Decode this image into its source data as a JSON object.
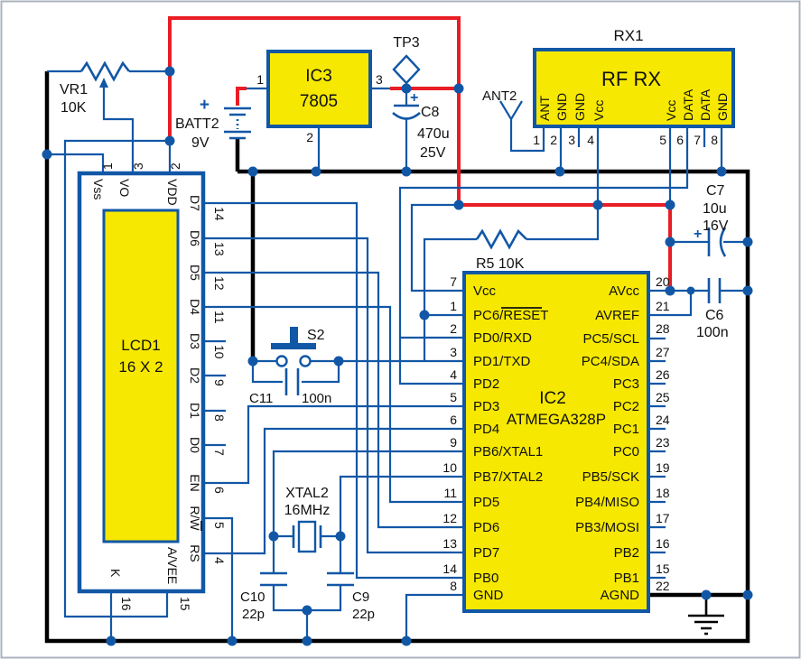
{
  "colors": {
    "wire_blue": "#1157a6",
    "power_red": "#e91d25",
    "ground_black": "#000000",
    "component_fill": "#f6e800",
    "background": "#ffffff"
  },
  "components": {
    "vr1": {
      "ref": "VR1",
      "value": "10K"
    },
    "batt2": {
      "ref": "BATT2",
      "value": "9V",
      "plus": "+"
    },
    "ic3": {
      "ref": "IC3",
      "value": "7805",
      "pin_in": "1",
      "pin_gnd": "2",
      "pin_out": "3"
    },
    "tp3": {
      "ref": "TP3"
    },
    "c8": {
      "ref": "C8",
      "value": "470u",
      "voltage": "25V",
      "plus": "+"
    },
    "ant2": {
      "ref": "ANT2"
    },
    "rx1": {
      "ref": "RX1",
      "name": "RF RX",
      "pins": [
        {
          "num": "1",
          "label": "ANT"
        },
        {
          "num": "2",
          "label": "GND"
        },
        {
          "num": "3",
          "label": "GND"
        },
        {
          "num": "4",
          "label": "Vcc"
        },
        {
          "num": "5",
          "label": "Vcc"
        },
        {
          "num": "6",
          "label": "DATA"
        },
        {
          "num": "7",
          "label": "DATA"
        },
        {
          "num": "8",
          "label": "GND"
        }
      ]
    },
    "c7": {
      "ref": "C7",
      "value": "10u",
      "voltage": "16V",
      "plus": "+"
    },
    "c6": {
      "ref": "C6",
      "value": "100n"
    },
    "r5": {
      "ref": "R5 10K"
    },
    "s2": {
      "ref": "S2"
    },
    "c11": {
      "ref": "C11",
      "value": "100n"
    },
    "lcd1": {
      "ref": "LCD1",
      "value": "16 X 2",
      "top_pins": [
        {
          "num": "1",
          "label": "Vss"
        },
        {
          "num": "3",
          "label": "VO"
        },
        {
          "num": "2",
          "label": "VDD"
        }
      ],
      "right_pins": [
        {
          "num": "14",
          "label": "D7"
        },
        {
          "num": "13",
          "label": "D6"
        },
        {
          "num": "12",
          "label": "D5"
        },
        {
          "num": "11",
          "label": "D4"
        },
        {
          "num": "10",
          "label": "D3"
        },
        {
          "num": "9",
          "label": "D2"
        },
        {
          "num": "8",
          "label": "D1"
        },
        {
          "num": "7",
          "label": "D0"
        },
        {
          "num": "6",
          "label": "EN"
        },
        {
          "num": "5",
          "label": "R/W"
        },
        {
          "num": "4",
          "label": "RS"
        }
      ],
      "bottom_pins": [
        {
          "num": "16",
          "label": "K"
        },
        {
          "num": "15",
          "label": "A/VEE"
        }
      ]
    },
    "xtal2": {
      "ref": "XTAL2",
      "value": "16MHz"
    },
    "c10": {
      "ref": "C10",
      "value": "22p"
    },
    "c9": {
      "ref": "C9",
      "value": "22p"
    },
    "ic2": {
      "ref": "IC2",
      "value": "ATMEGA328P",
      "left_pins": [
        {
          "num": "7",
          "label": "Vcc"
        },
        {
          "num": "1",
          "label": "PC6/",
          "label2": "RESET"
        },
        {
          "num": "2",
          "label": "PD0/RXD"
        },
        {
          "num": "3",
          "label": "PD1/TXD"
        },
        {
          "num": "4",
          "label": "PD2"
        },
        {
          "num": "5",
          "label": "PD3"
        },
        {
          "num": "6",
          "label": "PD4"
        },
        {
          "num": "9",
          "label": "PB6/XTAL1"
        },
        {
          "num": "10",
          "label": "PB7/XTAL2"
        },
        {
          "num": "11",
          "label": "PD5"
        },
        {
          "num": "12",
          "label": "PD6"
        },
        {
          "num": "13",
          "label": "PD7"
        },
        {
          "num": "14",
          "label": "PB0"
        },
        {
          "num": "8",
          "label": "GND"
        }
      ],
      "right_pins": [
        {
          "num": "20",
          "label": "AVcc"
        },
        {
          "num": "21",
          "label": "AVREF"
        },
        {
          "num": "28",
          "label": "PC5/SCL"
        },
        {
          "num": "27",
          "label": "PC4/SDA"
        },
        {
          "num": "26",
          "label": "PC3"
        },
        {
          "num": "25",
          "label": "PC2"
        },
        {
          "num": "24",
          "label": "PC1"
        },
        {
          "num": "23",
          "label": "PC0"
        },
        {
          "num": "19",
          "label": "PB5/SCK"
        },
        {
          "num": "18",
          "label": "PB4/MISO"
        },
        {
          "num": "17",
          "label": "PB3/MOSI"
        },
        {
          "num": "16",
          "label": "PB2"
        },
        {
          "num": "15",
          "label": "PB1"
        },
        {
          "num": "22",
          "label": "AGND"
        }
      ]
    }
  }
}
